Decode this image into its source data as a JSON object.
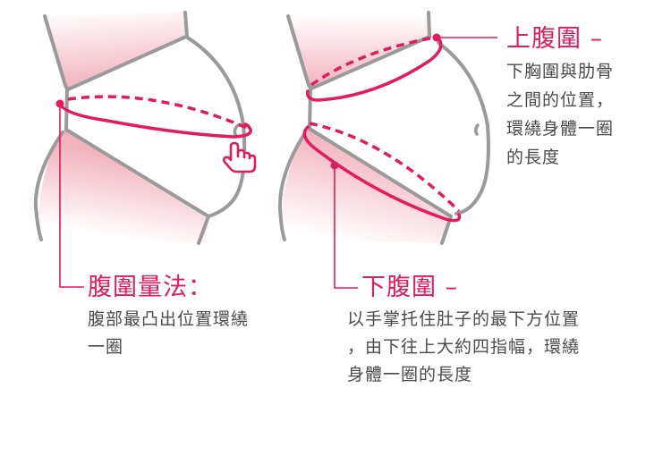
{
  "colors": {
    "accent": "#e5195e",
    "outline": "#9a9a9a",
    "skin_tint": "#f4b6c2",
    "text": "#4a4a4a",
    "background": "#ffffff"
  },
  "figures": [
    {
      "id": "left-figure",
      "description": "Side view of pregnant torso with a measuring loop around the most prominent point of the belly and a pointing-hand icon",
      "loop": "belly-widest",
      "icon": "pointing-hand-icon"
    },
    {
      "id": "right-figure",
      "description": "Side view of pregnant torso with an upper loop under the ribs and a lower loop beneath the belly",
      "loops": [
        "upper-abdomen",
        "lower-abdomen"
      ]
    }
  ],
  "labels": {
    "abdomen_method": {
      "title": "腹圍量法：",
      "lines": [
        "腹部最凸出位置環繞",
        "一圈"
      ]
    },
    "upper_abdomen": {
      "title": "上腹圍 –",
      "lines": [
        "下胸圍與肋骨",
        "之間的位置，",
        "環繞身體一圈",
        "的長度"
      ]
    },
    "lower_abdomen": {
      "title": "下腹圍 –",
      "lines": [
        "以手掌托住肚子的最下方位置",
        "，由下往上大約四指幅，環繞",
        "身體一圈的長度"
      ]
    }
  }
}
